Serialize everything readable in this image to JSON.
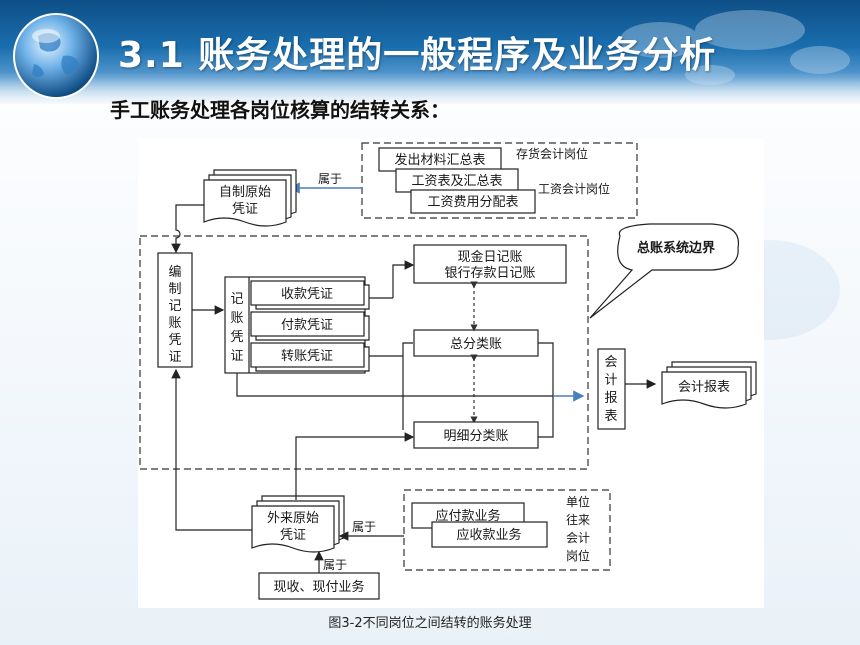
{
  "slide": {
    "title": "3.1 账务处理的一般程序及业务分析",
    "subtitle": "手工账务处理各岗位核算的结转关系：",
    "caption": "图3-2不同岗位之间结转的账务处理"
  },
  "diagram": {
    "inventory_group": {
      "docs": [
        "发出材料汇总表",
        "工资表及汇总表",
        "工资费用分配表"
      ],
      "label_inventory": "存货会计岗位",
      "label_payroll": "工资会计岗位"
    },
    "self_made_voucher": [
      "自制原始",
      "凭证"
    ],
    "belongs_to": "属于",
    "compile_voucher": [
      "编",
      "制",
      "记",
      "账",
      "凭",
      "证"
    ],
    "record_label": [
      "记",
      "账",
      "凭",
      "证"
    ],
    "vouchers": [
      "收款凭证",
      "付款凭证",
      "转账凭证"
    ],
    "journals": [
      "现金日记账",
      "银行存款日记账"
    ],
    "general_ledger": "总分类账",
    "detail_ledger": "明细分类账",
    "reports_label": [
      "会",
      "计",
      "报",
      "表"
    ],
    "accounting_reports": "会计报表",
    "boundary_callout": "总账系统边界",
    "external_voucher": [
      "外来原始",
      "凭证"
    ],
    "receivable_group": {
      "docs": [
        "应付款业务",
        "应收款业务"
      ],
      "label": [
        "单位",
        "往来",
        "会计",
        "岗位"
      ]
    },
    "cash_business": "现收、现付业务"
  },
  "colors": {
    "header_dark": "#0e4f86",
    "header_mid": "#1a6eae",
    "arrow_blue": "#4a7fc0"
  },
  "icons": {
    "globe": "globe-icon",
    "world_map": "world-map-decoration"
  }
}
